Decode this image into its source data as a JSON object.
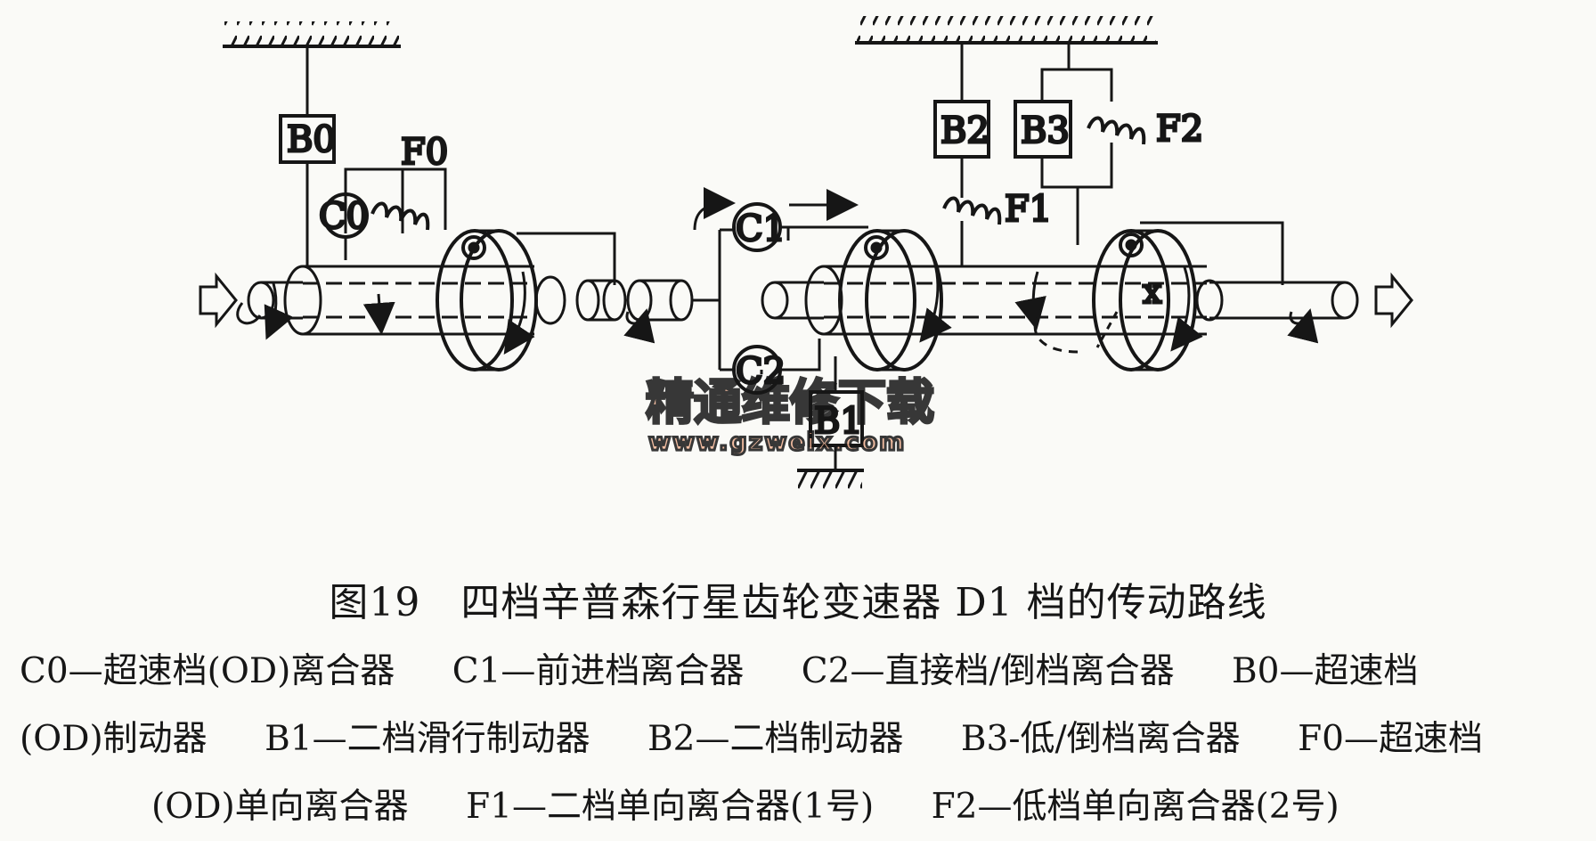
{
  "diagram": {
    "components": {
      "B0": "B0",
      "C0": "C0",
      "F0": "F0",
      "C1": "C1",
      "C2": "C2",
      "B1": "B1",
      "B2": "B2",
      "B3": "B3",
      "F1": "F1",
      "F2": "F2",
      "x": "x"
    },
    "watermark": {
      "cn": "精通维修下载",
      "url": "www.gzweix.com"
    },
    "colors": {
      "line": "#161616",
      "watermark": "#f4b494",
      "background": "#fafaf7"
    }
  },
  "caption": "图19　四档辛普森行星齿轮变速器 D1 档的传动路线",
  "legend": {
    "line1": [
      "C0—超速档(OD)离合器",
      "C1—前进档离合器",
      "C2—直接档/倒档离合器",
      "B0—超速档"
    ],
    "line2": [
      "(OD)制动器",
      "B1—二档滑行制动器",
      "B2—二档制动器",
      "B3-低/倒档离合器",
      "F0—超速档"
    ],
    "line3": [
      "(OD)单向离合器",
      "F1—二档单向离合器(1号)",
      "F2—低档单向离合器(2号)"
    ]
  }
}
